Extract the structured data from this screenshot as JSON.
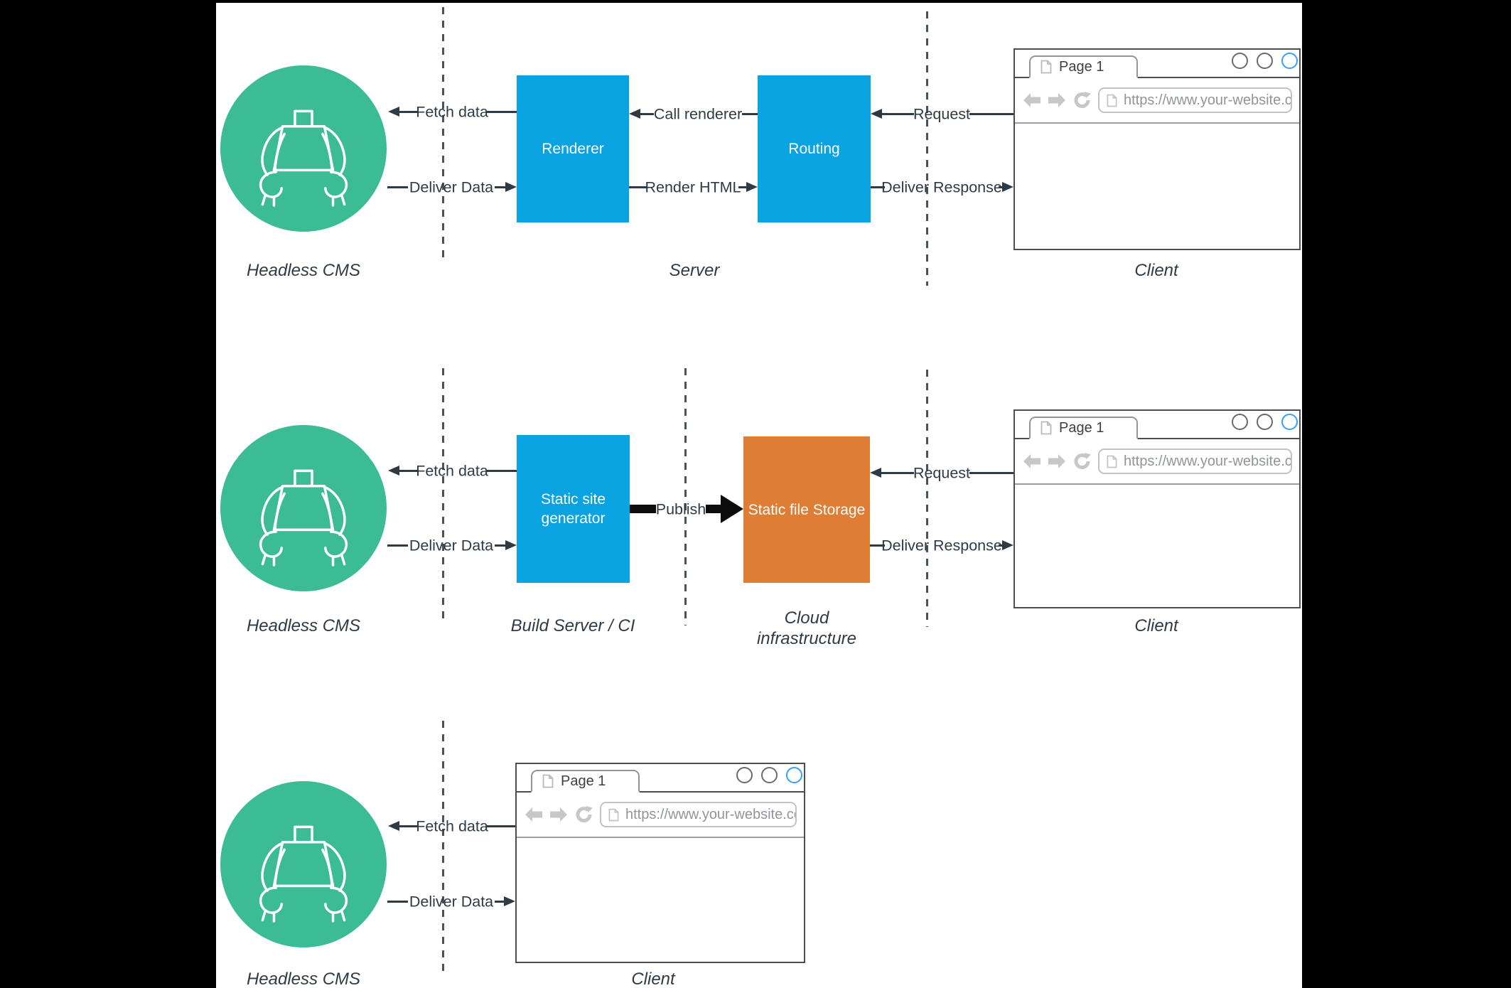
{
  "colors": {
    "canvas": "#000000",
    "surface": "#ffffff",
    "green": "#3cbc94",
    "blue": "#0aa3e2",
    "orange": "#de7d33",
    "ink": "#2e3b45",
    "dash": "#47525b",
    "publish_black": "#0c0c0c",
    "browser_border": "#4d4d4d",
    "browser_line": "#9e9e9e",
    "tab_border": "#949494",
    "icon_gray": "#c7c7c7",
    "doc_gray": "#b9b9b9",
    "url_text": "#8f969b",
    "tab_text": "#404040",
    "circle_gray": "#6a6a6a",
    "circle_blue": "#379efc"
  },
  "row1": {
    "arrows": {
      "fetch": "Fetch data",
      "deliver": "Deliver Data",
      "call": "Call renderer",
      "render": "Render HTML",
      "request": "Request",
      "response": "Deliver Response"
    },
    "boxes": {
      "renderer": "Renderer",
      "routing": "Routing"
    },
    "captions": {
      "cms": "Headless CMS",
      "server": "Server",
      "client": "Client"
    },
    "browser": {
      "tab": "Page 1",
      "url": "https://www.your-website.com"
    }
  },
  "row2": {
    "arrows": {
      "fetch": "Fetch data",
      "deliver": "Deliver Data",
      "publish": "Publish",
      "request": "Request",
      "response": "Deliver Response"
    },
    "boxes": {
      "ssg_line1": "Static site",
      "ssg_line2": "generator",
      "storage": "Static file Storage"
    },
    "captions": {
      "cms": "Headless CMS",
      "build": "Build Server / CI",
      "cloud_line1": "Cloud",
      "cloud_line2": "infrastructure",
      "client": "Client"
    },
    "browser": {
      "tab": "Page 1",
      "url": "https://www.your-website.com"
    }
  },
  "row3": {
    "arrows": {
      "fetch": "Fetch data",
      "deliver": "Deliver Data"
    },
    "captions": {
      "cms": "Headless CMS",
      "client": "Client"
    },
    "browser": {
      "tab": "Page 1",
      "url": "https://www.your-website.com"
    }
  }
}
